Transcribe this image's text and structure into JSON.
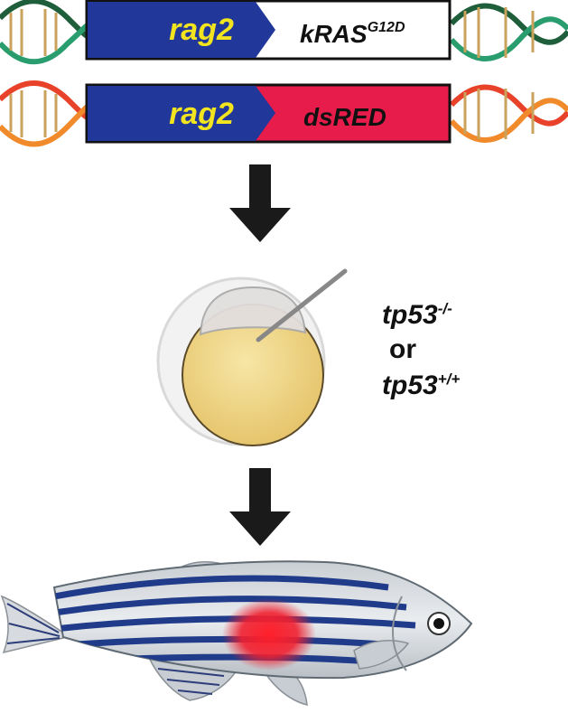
{
  "construct1": {
    "promoter": "rag2",
    "gene": "kRAS",
    "gene_superscript": "G12D"
  },
  "construct2": {
    "promoter": "rag2",
    "gene": "dsRED"
  },
  "genotype": {
    "line1_base": "tp53",
    "line1_sup": "-/-",
    "connector": "or",
    "line2_base": "tp53",
    "line2_sup": "+/+"
  },
  "colors": {
    "promoter_blue": "#22379a",
    "promoter_text": "#f2e51f",
    "dsred": "#e81c4a",
    "arrow": "#1a1a1a",
    "yolk": "#f2d98a",
    "fish_stripe": "#1f3b8a"
  }
}
